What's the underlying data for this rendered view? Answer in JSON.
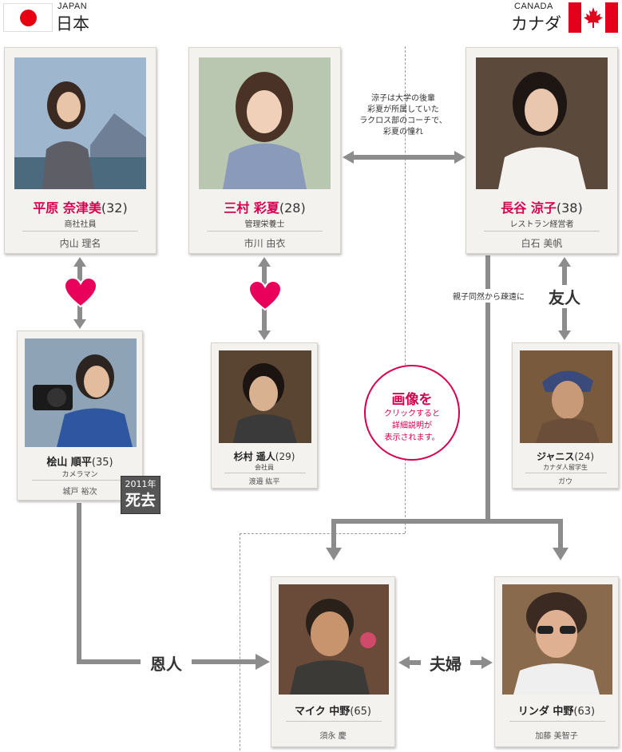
{
  "header": {
    "japan_en": "JAPAN",
    "japan_ja": "日本",
    "canada_en": "CANADA",
    "canada_ja": "カナダ"
  },
  "characters": {
    "nanami": {
      "name": "平原 奈津美",
      "age": "(32)",
      "role": "商社社員",
      "actor": "内山 理名"
    },
    "ayaka": {
      "name": "三村 彩夏",
      "age": "(28)",
      "role": "管理栄養士",
      "actor": "市川 由衣"
    },
    "ryoko": {
      "name": "長谷 涼子",
      "age": "(38)",
      "role": "レストラン経営者",
      "actor": "白石 美帆"
    },
    "junpei": {
      "name": "桧山 順平",
      "age": "(35)",
      "role": "カメラマン",
      "actor": "城戸 裕次"
    },
    "haruto": {
      "name": "杉村 遥人",
      "age": "(29)",
      "role": "会社員",
      "actor": "渡邉 紘平"
    },
    "janice": {
      "name": "ジャニス",
      "age": "(24)",
      "role": "カナダ人留学生",
      "actor": "ガウ"
    },
    "mike": {
      "name": "マイク 中野",
      "age": "(65)",
      "role": "",
      "actor": "須永 慶"
    },
    "linda": {
      "name": "リンダ 中野",
      "age": "(63)",
      "role": "",
      "actor": "加藤 美智子"
    }
  },
  "relations": {
    "ryoko_ayaka_note": [
      "涼子は大学の後輩",
      "彩夏が所属していた",
      "ラクロス部のコーチで、",
      "彩夏の憧れ"
    ],
    "estranged": "親子同然から疎遠に",
    "friend": "友人",
    "benefactor": "恩人",
    "couple": "夫婦"
  },
  "deceased": {
    "year": "2011年",
    "label": "死去"
  },
  "hint": {
    "line1": "画像を",
    "lines": [
      "クリックすると",
      "詳細説明が",
      "表示されます。"
    ]
  },
  "colors": {
    "accent": "#d6004f",
    "line": "#8c8c8c",
    "card": "#f3f2ee"
  }
}
